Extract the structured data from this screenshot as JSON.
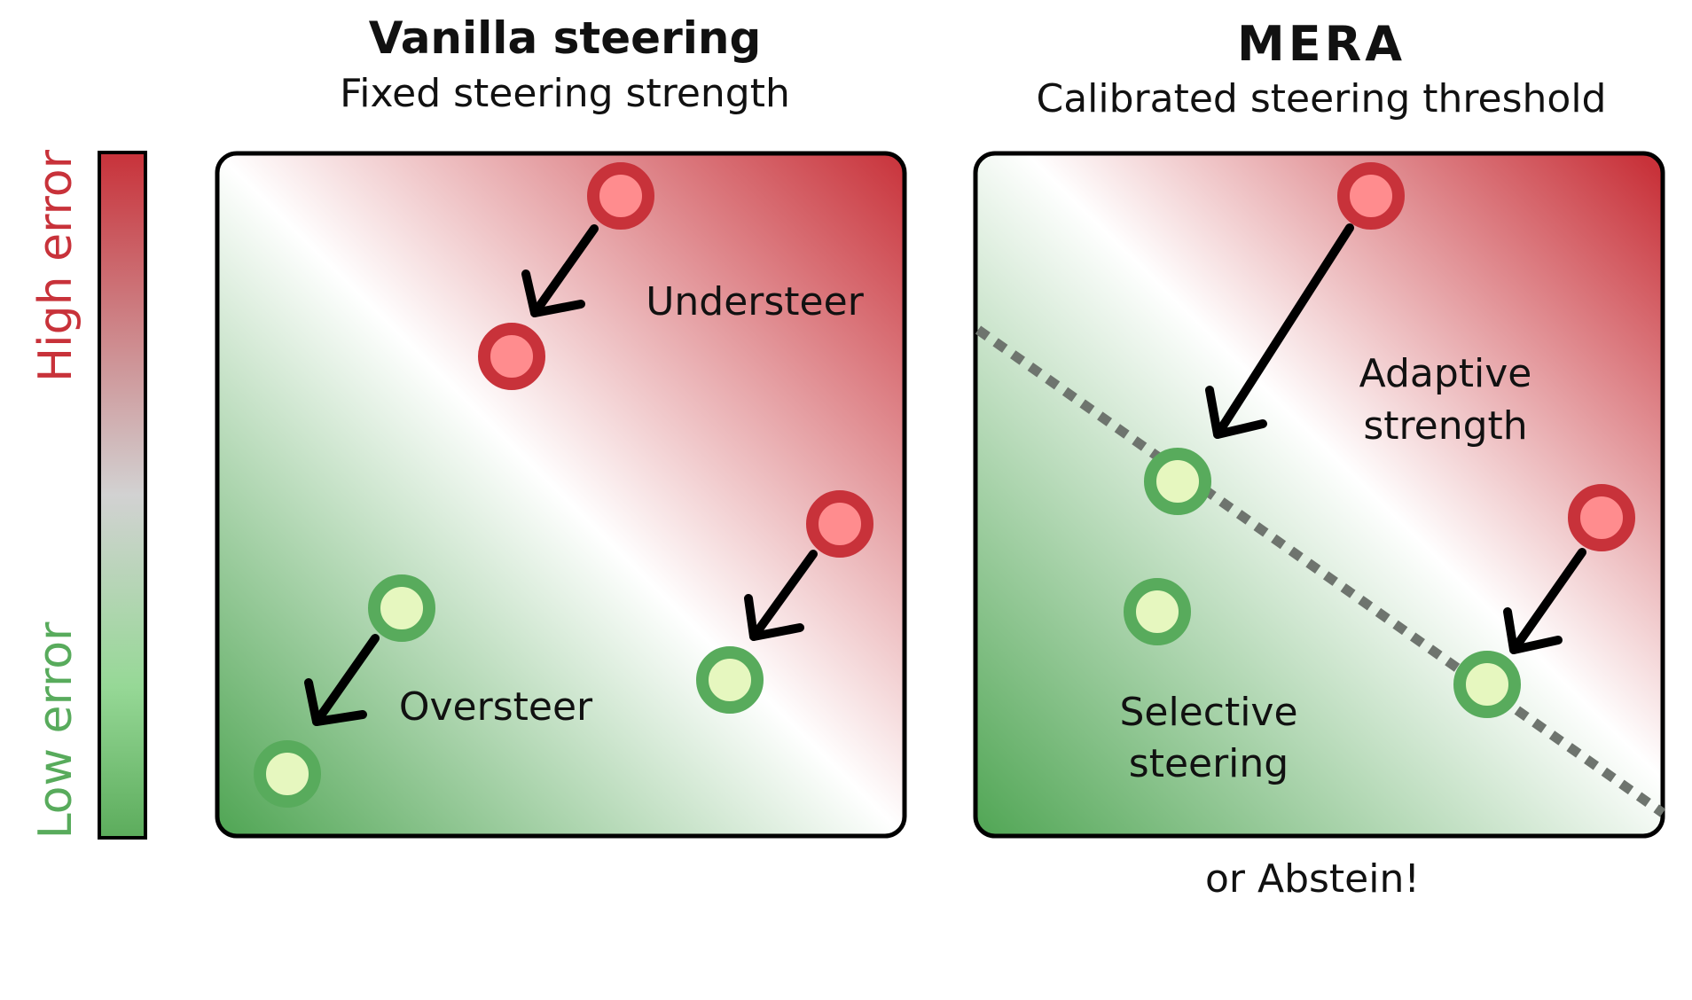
{
  "colors": {
    "high_error": "#c8323a",
    "low_error": "#58ab5c",
    "red_fill": "#ff8c8e",
    "green_fill": "#e6f7bf",
    "arrow": "#000000",
    "threshold_line": "#6e746e"
  },
  "error_scale": {
    "high_label": "High error",
    "low_label": "Low error"
  },
  "panels": [
    {
      "title": "Vanilla steering",
      "subtitle": "Fixed steering strength",
      "labels": [
        "Understeer",
        "Oversteer"
      ],
      "footer": ""
    },
    {
      "title": "MERA",
      "subtitle": "Calibrated steering threshold",
      "labels": [
        "Adaptive",
        "strength",
        "Selective",
        "steering"
      ],
      "footer": "or Abstein!"
    }
  ]
}
